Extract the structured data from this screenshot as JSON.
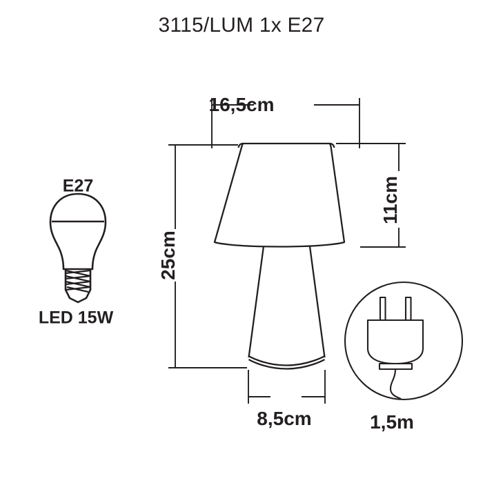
{
  "title": "3115/LUM 1x E27",
  "product": {
    "code": "3115/LUM",
    "socket_count": "1x",
    "socket_type": "E27"
  },
  "bulb": {
    "socket_label": "E27",
    "power_label": "LED 15W",
    "icon": "light-bulb-icon"
  },
  "dimensions": {
    "shade_width": "16,5cm",
    "total_height": "25cm",
    "shade_height": "11cm",
    "base_width": "8,5cm"
  },
  "cable": {
    "length_label": "1,5m",
    "icon": "power-plug-icon"
  },
  "colors": {
    "line": "#231f20",
    "text": "#231f20",
    "background": "#ffffff"
  }
}
